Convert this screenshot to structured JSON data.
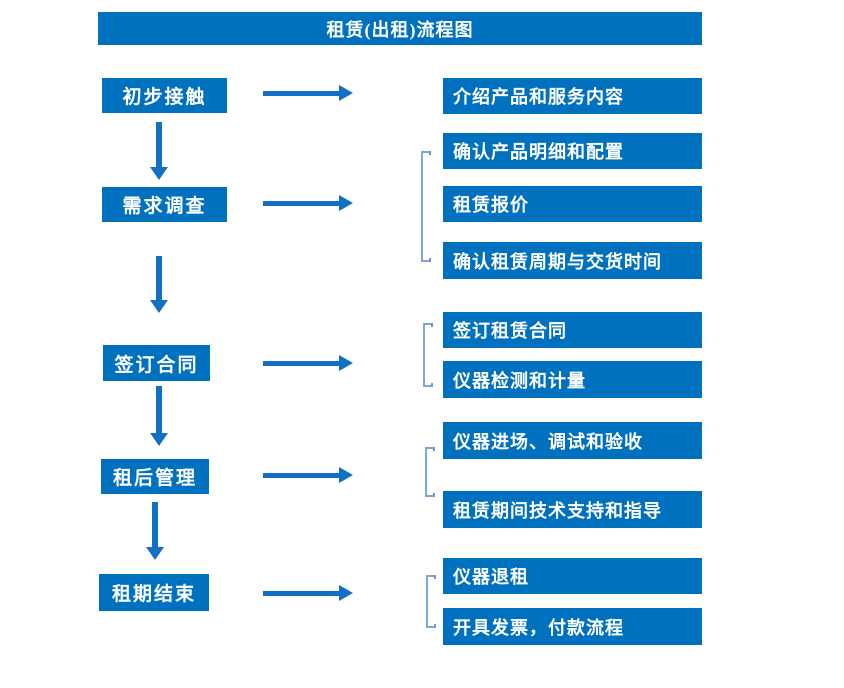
{
  "title": "租赁(出租)流程图",
  "colors": {
    "box_fill": "#0071be",
    "arrow": "#1170c4",
    "bracket": "#7fa6d6",
    "text": "#ffffff",
    "background": "#ffffff"
  },
  "steps": [
    {
      "label": "初步接触",
      "details": [
        "介绍产品和服务内容"
      ]
    },
    {
      "label": "需求调查",
      "details": [
        "确认产品明细和配置",
        "租赁报价",
        "确认租赁周期与交货时间"
      ]
    },
    {
      "label": "签订合同",
      "details": [
        "签订租赁合同",
        "仪器检测和计量"
      ]
    },
    {
      "label": "租后管理",
      "details": [
        "仪器进场、调试和验收",
        "租赁期间技术支持和指导"
      ]
    },
    {
      "label": "租期结束",
      "details": [
        "仪器退租",
        "开具发票，付款流程"
      ]
    }
  ]
}
